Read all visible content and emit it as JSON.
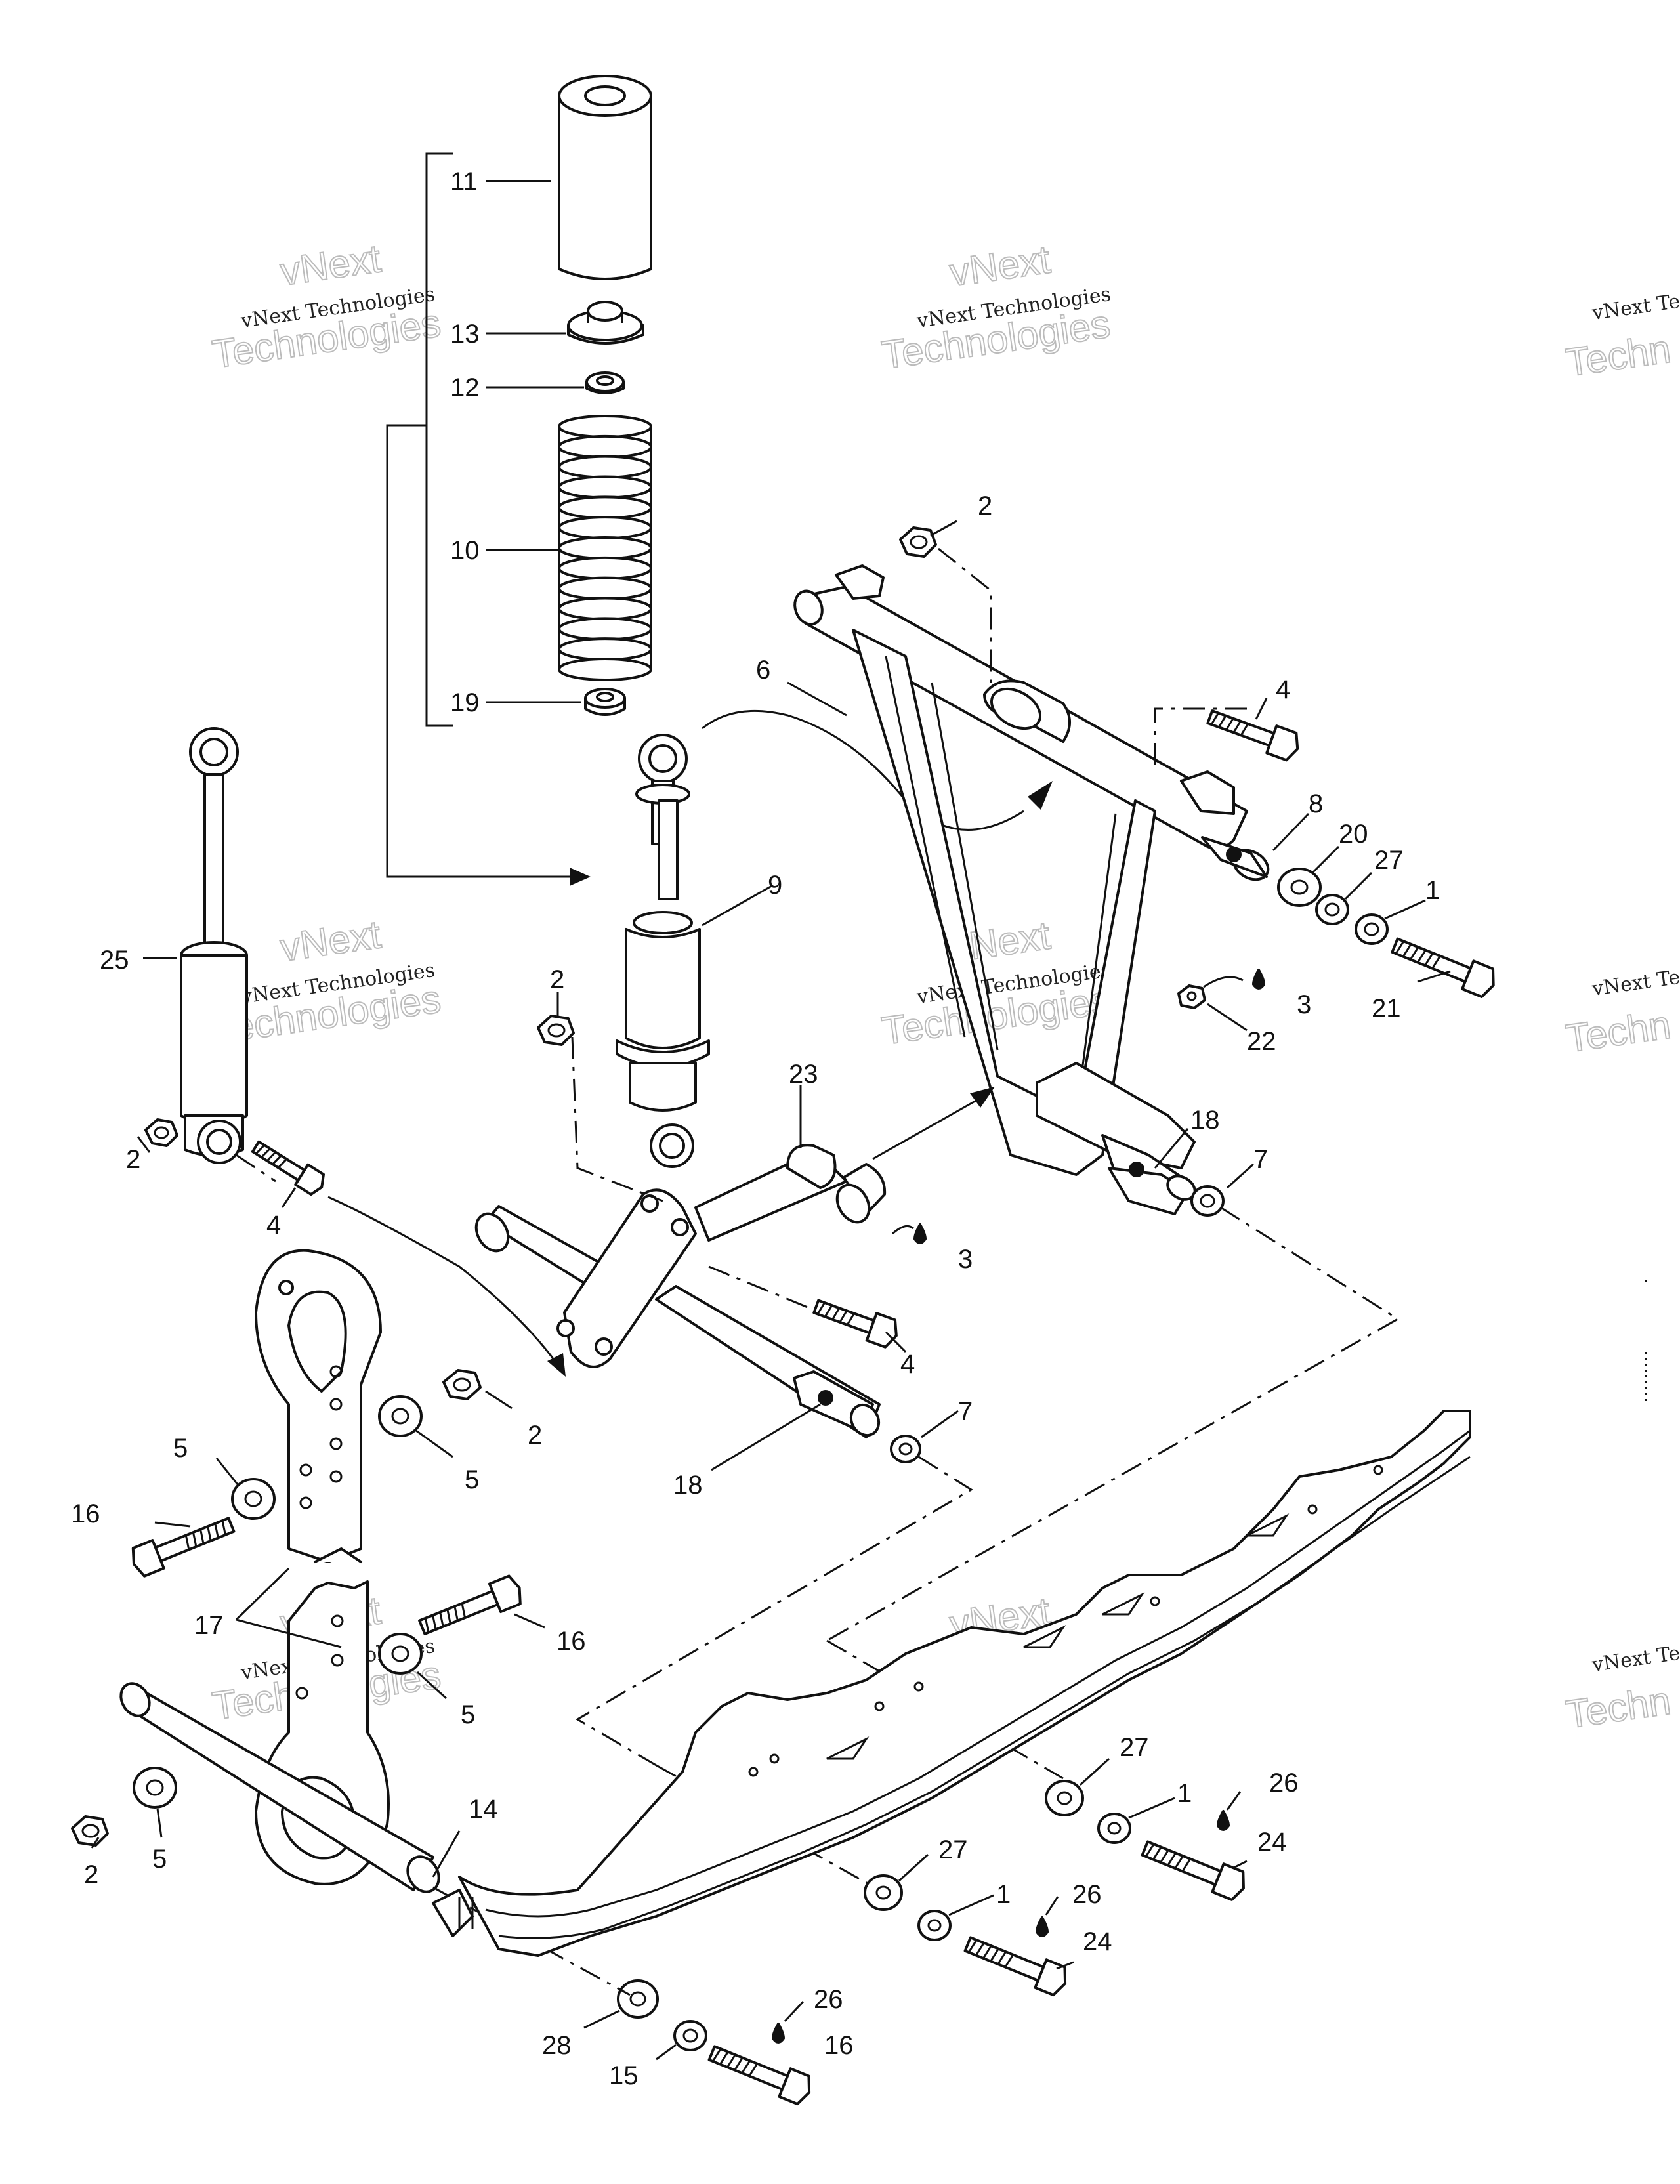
{
  "watermark": {
    "line1": "vNext",
    "line2": "Technologies",
    "small": "vNext Technologies",
    "cut_small": "vNext Te",
    "cut_big": "Techn"
  },
  "callouts": [
    {
      "id": "c11",
      "text": "11"
    },
    {
      "id": "c13",
      "text": "13"
    },
    {
      "id": "c12",
      "text": "12"
    },
    {
      "id": "c10",
      "text": "10"
    },
    {
      "id": "c19",
      "text": "19"
    },
    {
      "id": "c2a",
      "text": "2"
    },
    {
      "id": "c6",
      "text": "6"
    },
    {
      "id": "c4a",
      "text": "4"
    },
    {
      "id": "c8",
      "text": "8"
    },
    {
      "id": "c20",
      "text": "20"
    },
    {
      "id": "c27a",
      "text": "27"
    },
    {
      "id": "c1a",
      "text": "1"
    },
    {
      "id": "c21",
      "text": "21"
    },
    {
      "id": "c9",
      "text": "9"
    },
    {
      "id": "c25",
      "text": "25"
    },
    {
      "id": "c2b",
      "text": "2"
    },
    {
      "id": "c3a",
      "text": "3"
    },
    {
      "id": "c22",
      "text": "22"
    },
    {
      "id": "c23",
      "text": "23"
    },
    {
      "id": "c18a",
      "text": "18"
    },
    {
      "id": "c7a",
      "text": "7"
    },
    {
      "id": "c2c",
      "text": "2"
    },
    {
      "id": "c4b",
      "text": "4"
    },
    {
      "id": "c3b",
      "text": "3"
    },
    {
      "id": "c4c",
      "text": "4"
    },
    {
      "id": "c2d",
      "text": "2"
    },
    {
      "id": "c5a",
      "text": "5"
    },
    {
      "id": "c5b",
      "text": "5"
    },
    {
      "id": "c16a",
      "text": "16"
    },
    {
      "id": "c7b",
      "text": "7"
    },
    {
      "id": "c18b",
      "text": "18"
    },
    {
      "id": "c17",
      "text": "17"
    },
    {
      "id": "c16b",
      "text": "16"
    },
    {
      "id": "c5c",
      "text": "5"
    },
    {
      "id": "c14",
      "text": "14"
    },
    {
      "id": "c27b",
      "text": "27"
    },
    {
      "id": "c1b",
      "text": "1"
    },
    {
      "id": "c26a",
      "text": "26"
    },
    {
      "id": "c24a",
      "text": "24"
    },
    {
      "id": "c27c",
      "text": "27"
    },
    {
      "id": "c1c",
      "text": "1"
    },
    {
      "id": "c26b",
      "text": "26"
    },
    {
      "id": "c24b",
      "text": "24"
    },
    {
      "id": "c2e",
      "text": "2"
    },
    {
      "id": "c5d",
      "text": "5"
    },
    {
      "id": "c26c",
      "text": "26"
    },
    {
      "id": "c28",
      "text": "28"
    },
    {
      "id": "c16c",
      "text": "16"
    },
    {
      "id": "c15",
      "text": "15"
    }
  ]
}
